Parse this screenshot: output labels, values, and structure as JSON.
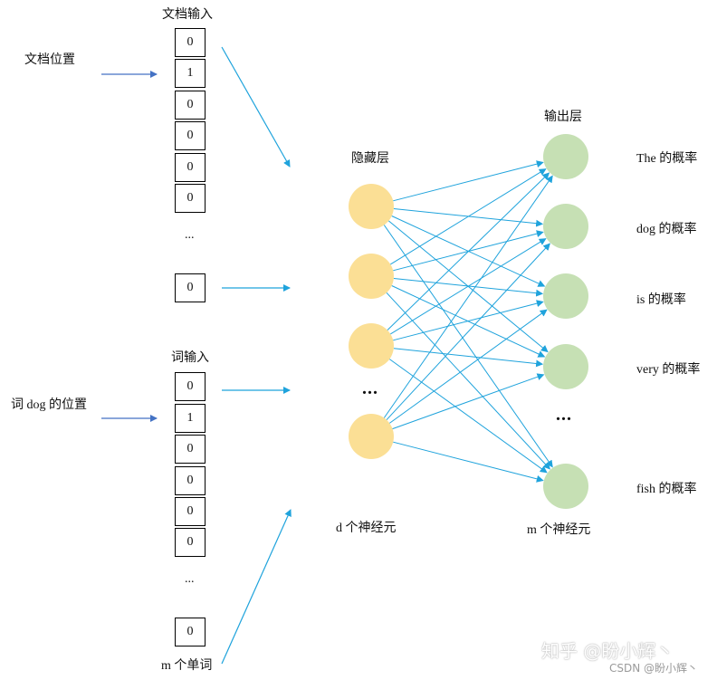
{
  "doc_input": {
    "title": "文档输入",
    "side_label": "文档位置",
    "cells": [
      "0",
      "1",
      "0",
      "0",
      "0",
      "0"
    ],
    "ellipsis": "...",
    "last_cell": "0"
  },
  "word_input": {
    "title": "词输入",
    "side_label": "词 dog 的位置",
    "cells": [
      "0",
      "1",
      "0",
      "0",
      "0",
      "0"
    ],
    "ellipsis": "...",
    "last_cell": "0",
    "footer": "m 个单词"
  },
  "hidden_layer": {
    "title": "隐藏层",
    "ellipsis": "...",
    "footer": "d 个神经元",
    "color": "#fbdf95"
  },
  "output_layer": {
    "title": "输出层",
    "ellipsis": "...",
    "footer": "m 个神经元",
    "color": "#c6e0b4",
    "labels": [
      "The 的概率",
      "dog 的概率",
      "is 的概率",
      "very 的概率",
      "fish 的概率"
    ]
  },
  "edge_color": "#1fa3dc",
  "arrow_color": "#4472c4",
  "watermark": {
    "main": "知乎 @盼小辉丶",
    "sub": "CSDN @盼小辉丶"
  }
}
